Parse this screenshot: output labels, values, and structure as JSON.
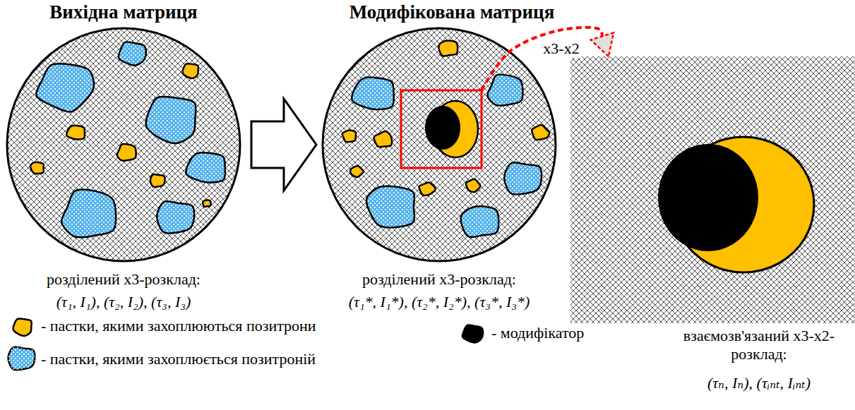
{
  "diagram": {
    "nodes": [
      {
        "text": [
          "Вихідна матриця",
          "розділений x3-розклад:",
          "(τ₁, I₁), (τ₂, I₂), (τ₃, I₃)"
        ]
      },
      {
        "text": [
          "Модифікована матриця",
          "розділений x3-розклад:",
          "(τ₁*, I₁*), (τ₂*, I₂*), (τ₃*, I₃*)"
        ]
      },
      {
        "text": [
          "взаємозв'язаний x3-x2-розклад:",
          "(τₙ, Iₙ), (τᵢₙₜ, Iᵢₙₜ)"
        ]
      }
    ],
    "edges": [
      {
        "from": 0,
        "to": 1,
        "arrow": "to"
      },
      {
        "from": 1,
        "to": 2,
        "arrow": "to",
        "label": "x3-x2"
      }
    ],
    "legend": [
      {
        "text": "- пастки, якими захоплюються позитрони",
        "color": "#ffc000"
      },
      {
        "text": "- пастки, якими захоплюється позитроній",
        "color": "#56b4ee"
      },
      {
        "text": "- модифікатор",
        "color": "#000000"
      }
    ]
  }
}
